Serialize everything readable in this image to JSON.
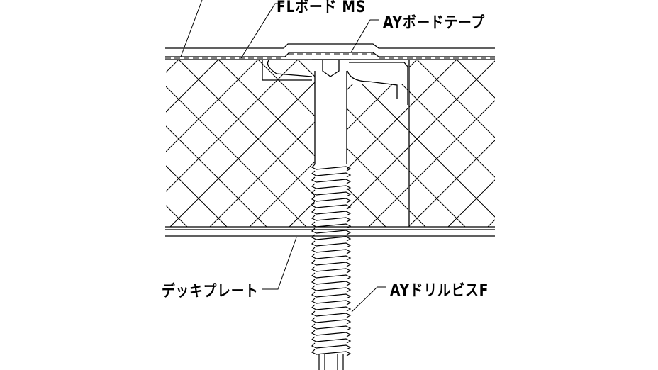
{
  "labels": {
    "fl_board": "FLボード MS",
    "board_tape": "AYボードテープ",
    "deck_plate": "デッキプレート",
    "drill_screw": "AYドリルビスF"
  },
  "colors": {
    "line": "#000000",
    "background": "#ffffff"
  }
}
